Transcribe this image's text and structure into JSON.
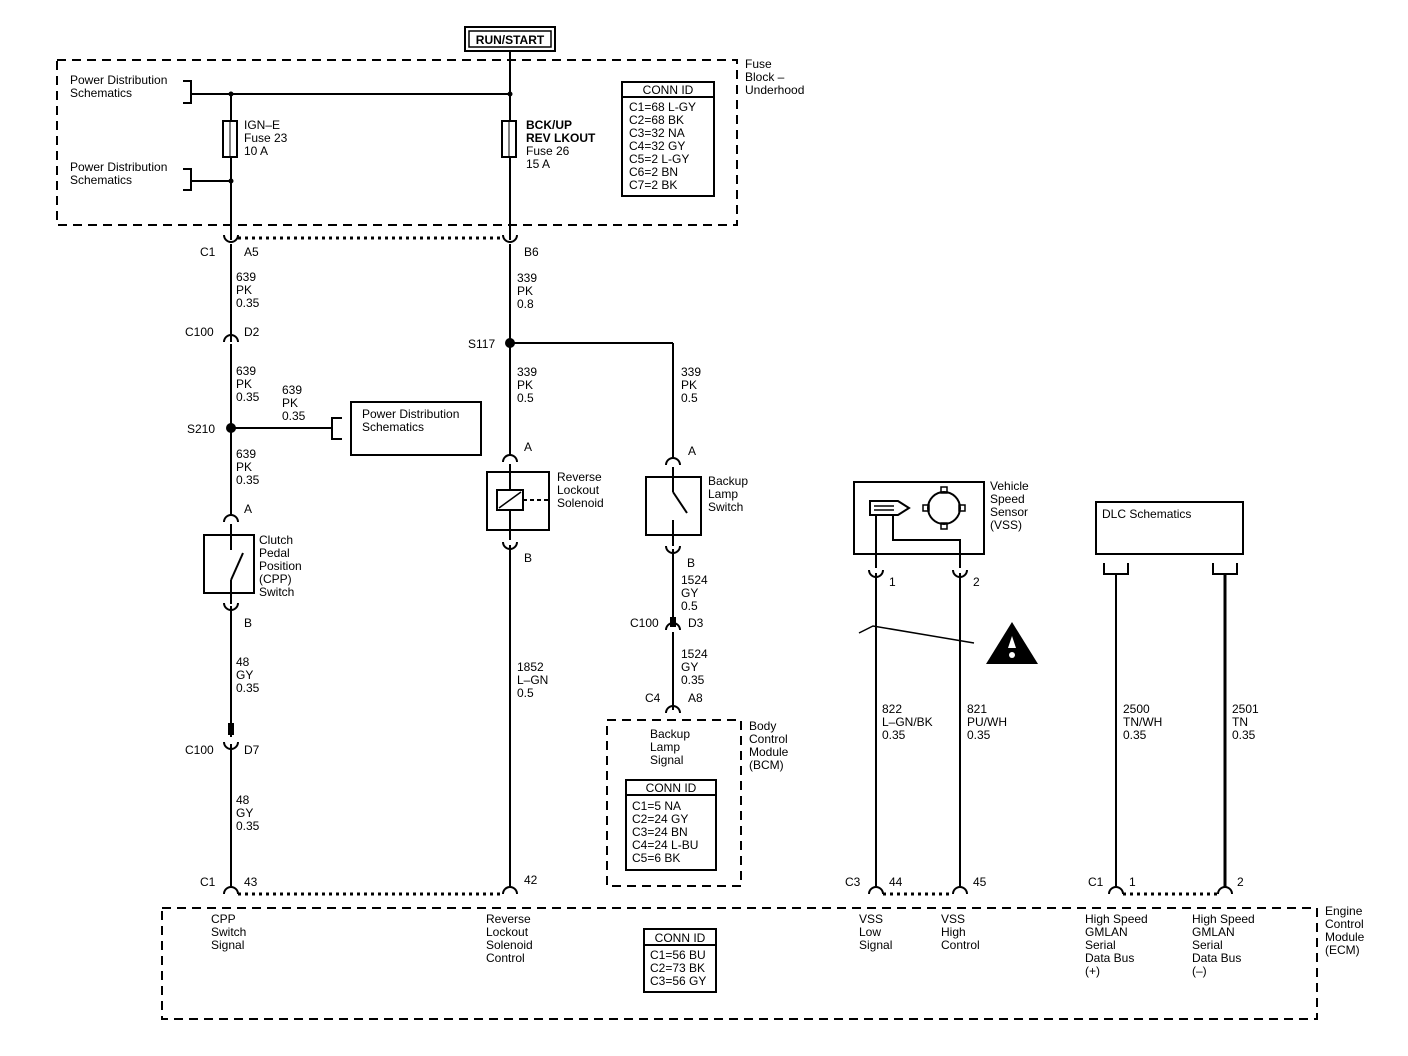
{
  "top": {
    "run_start": "RUN/START"
  },
  "fuse_block": {
    "name": [
      "Fuse",
      "Block –",
      "Underhood"
    ],
    "pd_a": [
      "Power Distribution",
      "Schematics"
    ],
    "pd_b": [
      "Power Distribution",
      "Schematics"
    ],
    "fuse23": [
      "IGN–E",
      "Fuse 23",
      "10 A"
    ],
    "fuse26": [
      "BCK/UP",
      "REV LKOUT",
      "Fuse 26",
      "15 A"
    ],
    "conn": {
      "title": "CONN ID",
      "rows": [
        "C1=68 L-GY",
        "C2=68 BK",
        "C3=32 NA",
        "C4=32 GY",
        "C5=2 L-GY",
        "C6=2 BN",
        "C7=2 BK"
      ]
    },
    "c1": "C1",
    "a5": "A5",
    "b6": "B6"
  },
  "left_circuit": {
    "w639_1": [
      "639",
      "PK",
      "0.35"
    ],
    "c100": "C100",
    "d2": "D2",
    "w639_2": [
      "639",
      "PK",
      "0.35"
    ],
    "w639_3": [
      "639",
      "PK",
      "0.35"
    ],
    "s210": "S210",
    "pd_box": [
      "Power Distribution",
      "Schematics"
    ],
    "w639_4": [
      "639",
      "PK",
      "0.35"
    ],
    "pin_a": "A",
    "cpp": [
      "Clutch",
      "Pedal",
      "Position",
      "(CPP)",
      "Switch"
    ],
    "pin_b": "B",
    "w48_1": [
      "48",
      "GY",
      "0.35"
    ],
    "c100b": "C100",
    "d7": "D7",
    "w48_2": [
      "48",
      "GY",
      "0.35"
    ]
  },
  "mid_circuit": {
    "w339_1": [
      "339",
      "PK",
      "0.8"
    ],
    "s117": "S117",
    "w339_2": [
      "339",
      "PK",
      "0.5"
    ],
    "pin_a": "A",
    "solenoid": [
      "Reverse",
      "Lockout",
      "Solenoid"
    ],
    "pin_b": "B",
    "w1852": [
      "1852",
      "L–GN",
      "0.5"
    ]
  },
  "backup_circuit": {
    "w339": [
      "339",
      "PK",
      "0.5"
    ],
    "pin_a": "A",
    "switch": [
      "Backup",
      "Lamp",
      "Switch"
    ],
    "pin_b": "B",
    "w1524_1": [
      "1524",
      "GY",
      "0.5"
    ],
    "c100": "C100",
    "d3": "D3",
    "w1524_2": [
      "1524",
      "GY",
      "0.35"
    ],
    "c4": "C4",
    "a8": "A8",
    "bcm_signal": [
      "Backup",
      "Lamp",
      "Signal"
    ],
    "bcm": [
      "Body",
      "Control",
      "Module",
      "(BCM)"
    ],
    "conn": {
      "title": "CONN ID",
      "rows": [
        "C1=5 NA",
        "C2=24 GY",
        "C3=24 BN",
        "C4=24 L-BU",
        "C5=6 BK"
      ]
    }
  },
  "vss": {
    "label": [
      "Vehicle",
      "Speed",
      "Sensor",
      "(VSS)"
    ],
    "pin1": "1",
    "pin2": "2",
    "w822": [
      "822",
      "L–GN/BK",
      "0.35"
    ],
    "w821": [
      "821",
      "PU/WH",
      "0.35"
    ]
  },
  "dlc": {
    "label": "DLC Schematics",
    "w2500": [
      "2500",
      "TN/WH",
      "0.35"
    ],
    "w2501": [
      "2501",
      "TN",
      "0.35"
    ]
  },
  "ecm": {
    "name": [
      "Engine",
      "Control",
      "Module",
      "(ECM)"
    ],
    "c1": "C1",
    "p43": "43",
    "p42": "42",
    "c3": "C3",
    "p44": "44",
    "p45": "45",
    "c1b": "C1",
    "p1": "1",
    "p2": "2",
    "cpp_sig": [
      "CPP",
      "Switch",
      "Signal"
    ],
    "rev_ctrl": [
      "Reverse",
      "Lockout",
      "Solenoid",
      "Control"
    ],
    "vss_low": [
      "VSS",
      "Low",
      "Signal"
    ],
    "vss_high": [
      "VSS",
      "High",
      "Control"
    ],
    "gmlan_p": [
      "High Speed",
      "GMLAN",
      "Serial",
      "Data Bus",
      "(+)"
    ],
    "gmlan_m": [
      "High Speed",
      "GMLAN",
      "Serial",
      "Data Bus",
      "(–)"
    ],
    "conn": {
      "title": "CONN ID",
      "rows": [
        "C1=56 BU",
        "C2=73 BK",
        "C3=56 GY"
      ]
    }
  }
}
